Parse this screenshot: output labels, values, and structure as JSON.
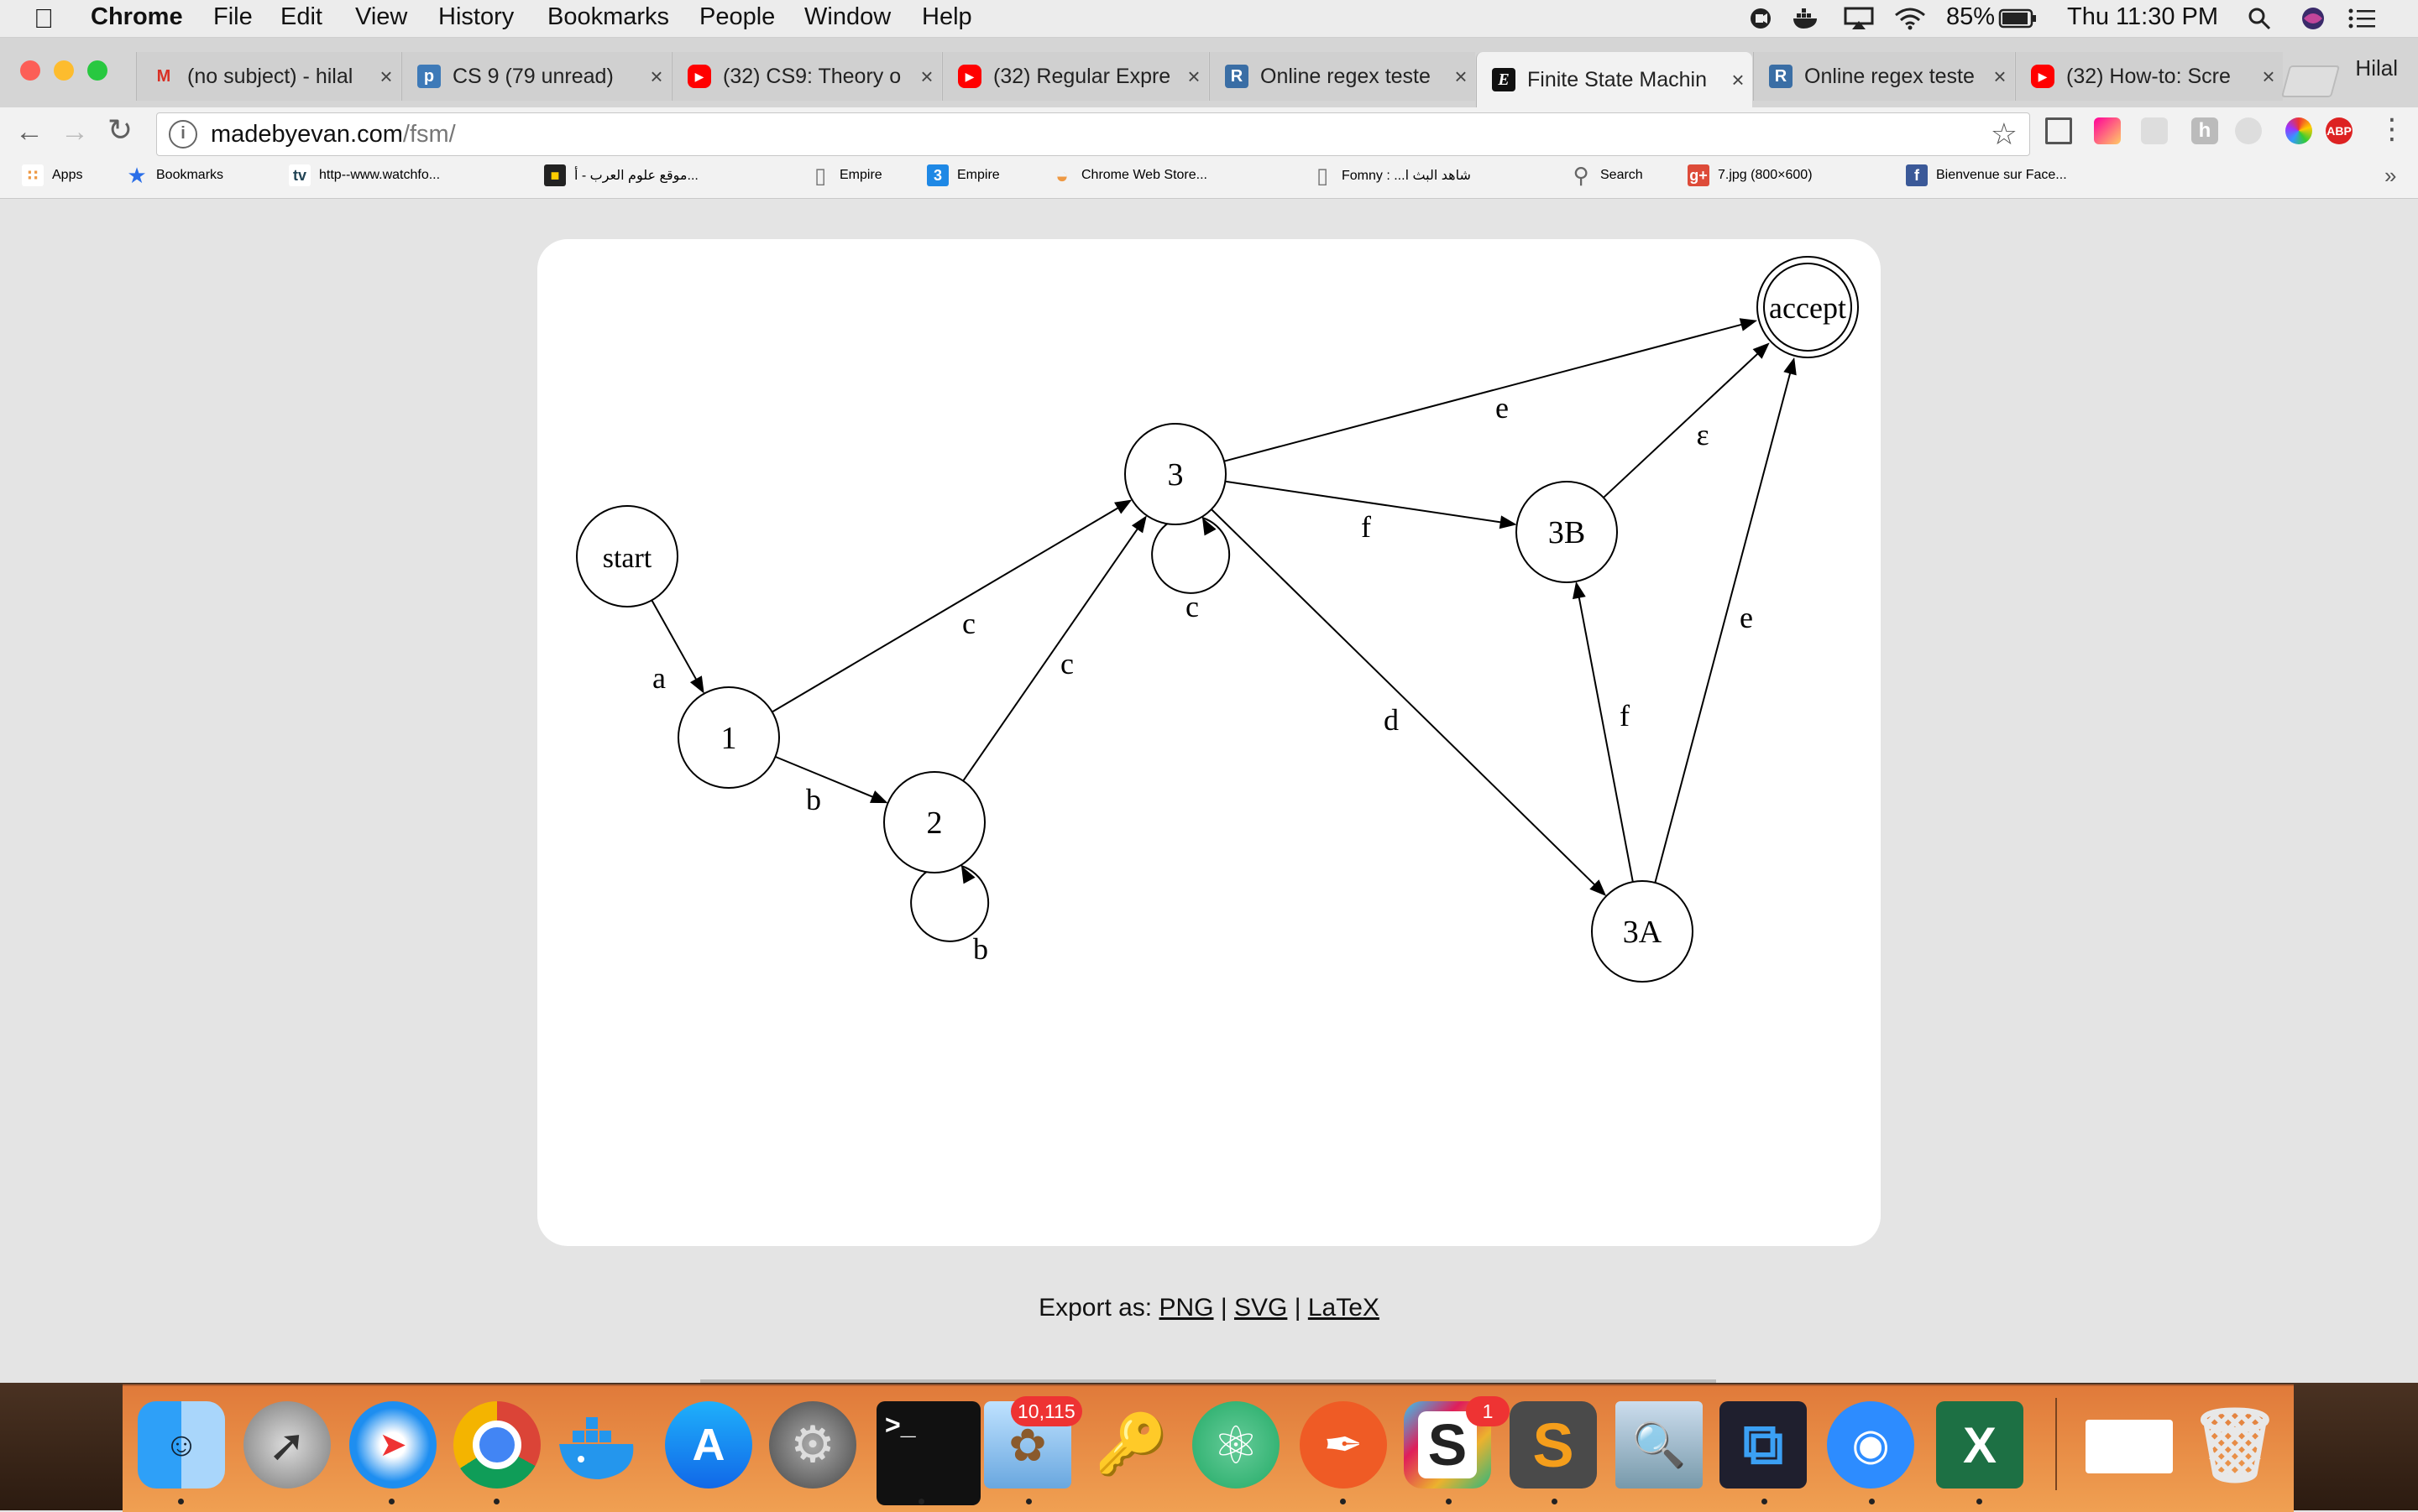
{
  "menubar": {
    "app": "Chrome",
    "items": [
      "File",
      "Edit",
      "View",
      "History",
      "Bookmarks",
      "People",
      "Window",
      "Help"
    ],
    "battery": "85%",
    "clock": "Thu 11:30 PM"
  },
  "tabs": [
    {
      "title": "(no subject) - hilal",
      "icon": "gmail-icon",
      "color": "#d93025"
    },
    {
      "title": "CS 9 (79 unread)",
      "icon": "piazza-icon",
      "color": "#3e7ab8"
    },
    {
      "title": "(32) CS9: Theory o",
      "icon": "youtube-icon",
      "color": "#ff0000"
    },
    {
      "title": "(32) Regular Expre",
      "icon": "youtube-icon",
      "color": "#ff0000"
    },
    {
      "title": "Online regex teste",
      "icon": "regex101-icon",
      "color": "#3a6ea5"
    },
    {
      "title": "Finite State Machin",
      "icon": "evan-icon",
      "color": "#111111",
      "active": true
    },
    {
      "title": "Online regex teste",
      "icon": "regex101-icon",
      "color": "#3a6ea5"
    },
    {
      "title": "(32) How-to: Scre",
      "icon": "youtube-icon",
      "color": "#ff0000"
    }
  ],
  "profile": "Hilal",
  "omnibox": {
    "host": "madebyevan.com",
    "path": "/fsm/"
  },
  "bookmarks": [
    {
      "label": "Apps",
      "icon": "apps-grid-icon"
    },
    {
      "label": "Bookmarks",
      "icon": "star-icon"
    },
    {
      "label": "http--www.watchfo...",
      "icon": "tv-icon"
    },
    {
      "label": "موقع علوم العرب - أ...",
      "icon": "site-icon"
    },
    {
      "label": "Empire",
      "icon": "page-icon"
    },
    {
      "label": "Empire",
      "icon": "empire-icon"
    },
    {
      "label": "Chrome Web Store...",
      "icon": "webstore-icon"
    },
    {
      "label": "Fomny : ...شاهد البث ا",
      "icon": "page-icon"
    },
    {
      "label": "Search",
      "icon": "search-icon"
    },
    {
      "label": "7.jpg (800×600)",
      "icon": "gplus-icon"
    },
    {
      "label": "Bienvenue sur Face...",
      "icon": "facebook-icon"
    }
  ],
  "fsm": {
    "states": [
      {
        "id": "start",
        "label": "start",
        "accept": false
      },
      {
        "id": "s1",
        "label": "1",
        "accept": false
      },
      {
        "id": "s2",
        "label": "2",
        "accept": false
      },
      {
        "id": "s3",
        "label": "3",
        "accept": false
      },
      {
        "id": "s3B",
        "label": "3B",
        "accept": false
      },
      {
        "id": "s3A",
        "label": "3A",
        "accept": false
      },
      {
        "id": "accept",
        "label": "accept",
        "accept": true
      }
    ],
    "transitions": [
      {
        "from": "start",
        "to": "s1",
        "label": "a"
      },
      {
        "from": "s1",
        "to": "s3",
        "label": "c"
      },
      {
        "from": "s1",
        "to": "s2",
        "label": "b"
      },
      {
        "from": "s2",
        "to": "s2",
        "label": "b"
      },
      {
        "from": "s2",
        "to": "s3",
        "label": "c"
      },
      {
        "from": "s3",
        "to": "s3",
        "label": "c"
      },
      {
        "from": "s3",
        "to": "accept",
        "label": "e"
      },
      {
        "from": "s3",
        "to": "s3B",
        "label": "f"
      },
      {
        "from": "s3",
        "to": "s3A",
        "label": "d"
      },
      {
        "from": "s3B",
        "to": "accept",
        "label": "ε"
      },
      {
        "from": "s3A",
        "to": "s3B",
        "label": "f"
      },
      {
        "from": "s3A",
        "to": "accept",
        "label": "e"
      }
    ]
  },
  "export": {
    "prefix": "Export as:",
    "png": "PNG",
    "svg": "SVG",
    "latex": "LaTeX",
    "sep": "|"
  },
  "dock": {
    "mail_badge": "10,115",
    "slack_badge": "1"
  }
}
